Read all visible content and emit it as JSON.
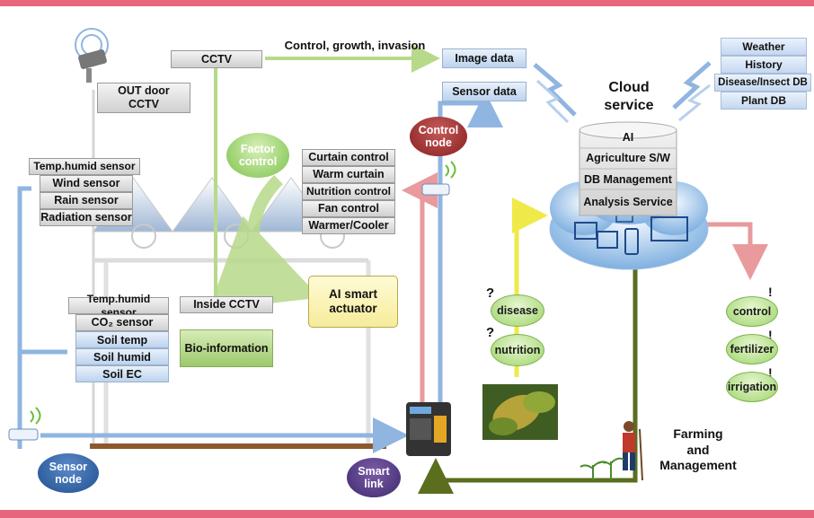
{
  "external": {
    "cctv": "CCTV",
    "out_door_cctv": "OUT door\nCCTV",
    "image_flow_label": "Control, growth, invasion",
    "image_data": "Image data",
    "sensor_data": "Sensor data"
  },
  "cloud": {
    "title": "Cloud\nservice",
    "layers": [
      "AI",
      "Agriculture S/W",
      "DB Management",
      "Analysis Service"
    ],
    "databases": [
      "Weather",
      "History",
      "Disease/Insect DB",
      "Plant DB"
    ]
  },
  "control_node": "Control\nnode",
  "factor_control": "Factor\ncontrol",
  "controls": [
    "Curtain control",
    "Warm curtain",
    "Nutrition control",
    "Fan control",
    "Warmer/Cooler"
  ],
  "outer_sensors": [
    "Temp.humid sensor",
    "Wind sensor",
    "Rain sensor",
    "Radiation sensor"
  ],
  "inner_sensors": [
    "Temp.humid sensor",
    "CO₂ sensor",
    "Soil temp",
    "Soil humid",
    "Soil EC"
  ],
  "inside_cctv": "Inside CCTV",
  "bio_information": "Bio-information",
  "actuator": "AI smart\nactuator",
  "sensor_node": "Sensor\nnode",
  "smart_link": "Smart\nlink",
  "diagnosis": {
    "question": "?",
    "items": [
      "disease",
      "nutrition"
    ]
  },
  "farming": "Farming\nand\nManagement",
  "management": {
    "items": [
      "control",
      "fertilizer",
      "irrigation"
    ]
  },
  "colors": {
    "accent_bar": "#e7657d",
    "blue_arrow": "#8fb5e0",
    "green_arrow": "#b7d98a",
    "pink_arrow": "#e89a9c",
    "yellow_arrow": "#f0e94a",
    "olive_arrow": "#5a6e1e"
  }
}
